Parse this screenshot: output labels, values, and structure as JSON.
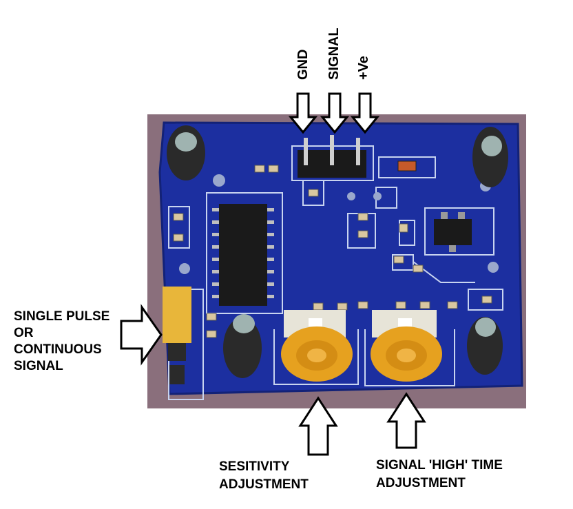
{
  "pin_labels": {
    "gnd": "GND",
    "signal": "SIGNAL",
    "vcc": "+Ve"
  },
  "callouts": {
    "trigger_line1": "SINGLE PULSE",
    "trigger_line2": "OR",
    "trigger_line3": "CONTINUOUS",
    "trigger_line4": "SIGNAL",
    "sensitivity_line1": "SESITIVITY",
    "sensitivity_line2": "ADJUSTMENT",
    "time_line1": "SIGNAL 'HIGH' TIME",
    "time_line2": "ADJUSTMENT"
  },
  "colors": {
    "photo_background": "#8a6f7c",
    "pcb_blue": "#1c2fa0",
    "silkscreen": "#c8d4f0",
    "potentiometer": "#e6a11f",
    "jumper": "#e8b63a",
    "capacitor": "#2a2a2a"
  }
}
